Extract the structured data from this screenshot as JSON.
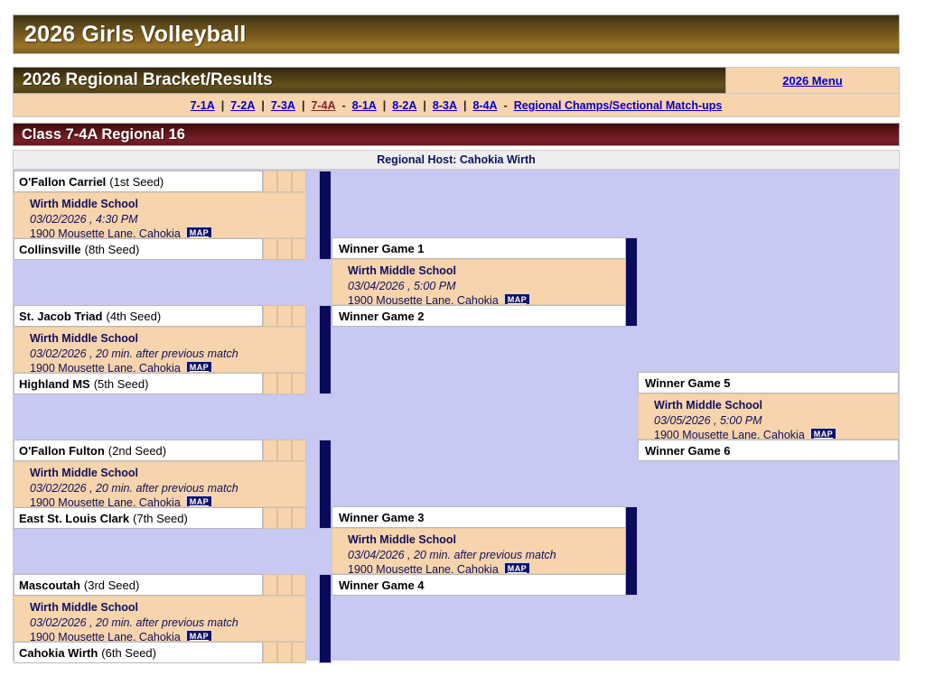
{
  "header": {
    "title": "2026 Girls Volleyball"
  },
  "subheader": {
    "title": "2026 Regional Bracket/Results",
    "menu_label": "2026 Menu"
  },
  "nav": {
    "links": [
      {
        "label": "7-1A",
        "current": false
      },
      {
        "label": "7-2A",
        "current": false
      },
      {
        "label": "7-3A",
        "current": false
      },
      {
        "label": "7-4A",
        "current": true
      },
      {
        "label": "8-1A",
        "current": false
      },
      {
        "label": "8-2A",
        "current": false
      },
      {
        "label": "8-3A",
        "current": false
      },
      {
        "label": "8-4A",
        "current": false
      },
      {
        "label": "Regional Champs/Sectional Match-ups",
        "current": false
      }
    ],
    "separators": [
      "|",
      "|",
      "|",
      "-",
      "|",
      "|",
      "|",
      "-"
    ]
  },
  "class_header": {
    "title": "Class 7-4A Regional 16"
  },
  "host": {
    "label": "Regional Host: Cahokia Wirth"
  },
  "bracket": {
    "round1": [
      {
        "top_team": {
          "name": "O'Fallon Carriel",
          "seed": "(1st Seed)"
        },
        "bottom_team": {
          "name": "Collinsville",
          "seed": "(8th Seed)"
        },
        "info": {
          "venue": "Wirth Middle School",
          "when": "03/02/2026 , 4:30 PM",
          "address": "1900 Mousette Lane, Cahokia",
          "map_label": "MAP"
        }
      },
      {
        "top_team": {
          "name": "St. Jacob Triad",
          "seed": "(4th Seed)"
        },
        "bottom_team": {
          "name": "Highland MS",
          "seed": "(5th Seed)"
        },
        "info": {
          "venue": "Wirth Middle School",
          "when": "03/02/2026 , 20 min. after previous match",
          "address": "1900 Mousette Lane, Cahokia",
          "map_label": "MAP"
        }
      },
      {
        "top_team": {
          "name": "O'Fallon Fulton",
          "seed": "(2nd Seed)"
        },
        "bottom_team": {
          "name": "East St. Louis Clark",
          "seed": "(7th Seed)"
        },
        "info": {
          "venue": "Wirth Middle School",
          "when": "03/02/2026 , 20 min. after previous match",
          "address": "1900 Mousette Lane, Cahokia",
          "map_label": "MAP"
        }
      },
      {
        "top_team": {
          "name": "Mascoutah",
          "seed": "(3rd Seed)"
        },
        "bottom_team": {
          "name": "Cahokia Wirth",
          "seed": "(6th Seed)"
        },
        "info": {
          "venue": "Wirth Middle School",
          "when": "03/02/2026 , 20 min. after previous match",
          "address": "1900 Mousette Lane, Cahokia",
          "map_label": "MAP"
        }
      }
    ],
    "round2": [
      {
        "top_label": "Winner Game 1",
        "bottom_label": "Winner Game 2",
        "info": {
          "venue": "Wirth Middle School",
          "when": "03/04/2026 , 5:00 PM",
          "address": "1900 Mousette Lane, Cahokia",
          "map_label": "MAP"
        }
      },
      {
        "top_label": "Winner Game 3",
        "bottom_label": "Winner Game 4",
        "info": {
          "venue": "Wirth Middle School",
          "when": "03/04/2026 , 20 min. after previous match",
          "address": "1900 Mousette Lane, Cahokia",
          "map_label": "MAP"
        }
      }
    ],
    "round3": [
      {
        "top_label": "Winner Game 5",
        "bottom_label": "Winner Game 6",
        "info": {
          "venue": "Wirth Middle School",
          "when": "03/05/2026 , 5:00 PM",
          "address": "1900 Mousette Lane, Cahokia",
          "map_label": "MAP"
        }
      }
    ]
  },
  "colors": {
    "peach": "#f7d4ab",
    "lavender": "#c7c9f2",
    "navy": "#0b0b5e",
    "maroon": "#7a2028",
    "brown": "#7c5c1e",
    "link_blue": "#0000cc"
  }
}
